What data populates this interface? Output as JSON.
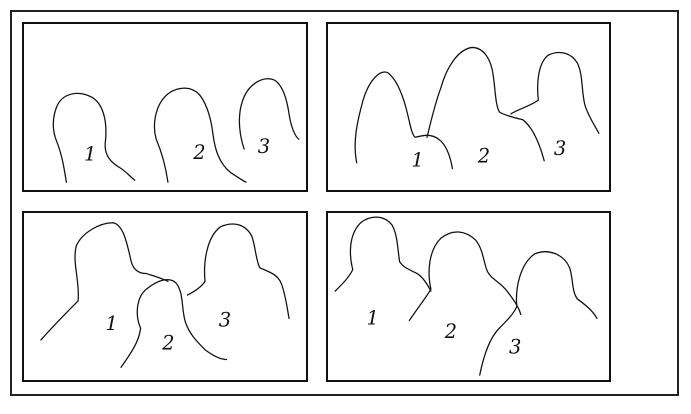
{
  "panels": [
    {
      "labels": [
        "1",
        "2",
        "3"
      ]
    },
    {
      "labels": [
        "1",
        "2",
        "3"
      ]
    },
    {
      "labels": [
        "1",
        "2",
        "3"
      ]
    },
    {
      "labels": [
        "1",
        "2",
        "3"
      ]
    }
  ]
}
